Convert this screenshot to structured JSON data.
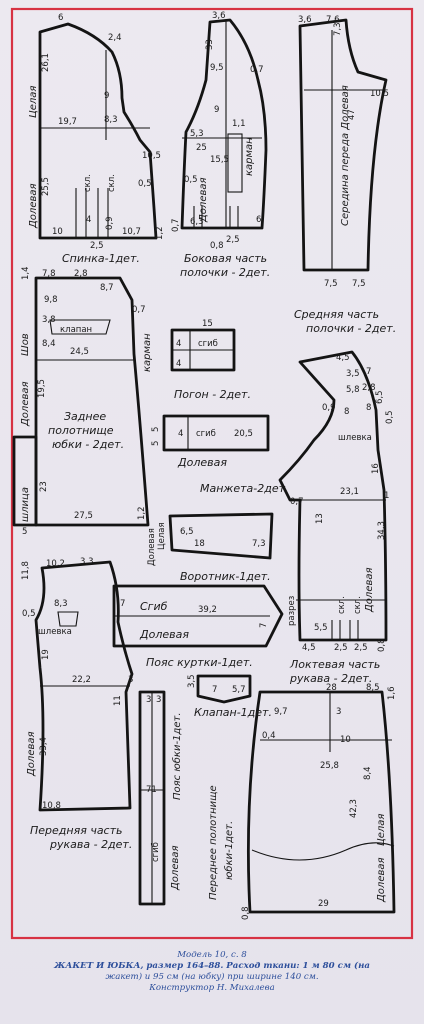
{
  "pieces": {
    "back": {
      "name": "Спинка-1дет.",
      "grain": "Долевая",
      "fold": "Целая"
    },
    "side_front": {
      "name": "Боковая часть",
      "name2": "полочки - 2дет.",
      "pocket": "карман",
      "grain": "Долевая"
    },
    "center_front": {
      "name": "Средняя часть",
      "name2": "полочки - 2дет.",
      "label": "Середина переда Долевая"
    },
    "skirt_back": {
      "name": "Заднее",
      "name2": "полотнище",
      "name3": "юбки - 2дет.",
      "grain": "Долевая",
      "seam": "Шов",
      "flap": "клапан",
      "pocket": "карман",
      "slit": "шлица"
    },
    "epaulette": {
      "name": "Погон - 2дет.",
      "fold": "сгиб"
    },
    "cuff": {
      "name": "Манжета-2дет.",
      "grain": "Долевая",
      "fold": "сгиб"
    },
    "collar": {
      "name": "Воротник-1дет.",
      "label1": "Долевая",
      "label2": "Целая"
    },
    "sleeve_back": {
      "name": "Локтевая часть",
      "name2": "рукава - 2дет.",
      "strap": "шлевка",
      "grain": "Долевая",
      "slit": "разрез"
    },
    "sleeve_front": {
      "name": "Передняя часть",
      "name2": "рукава - 2дет.",
      "strap": "шлевка",
      "grain": "Долевая"
    },
    "belt": {
      "name": "Пояс куртки-1дет.",
      "fold": "Сгиб",
      "grain": "Долевая"
    },
    "flap": {
      "name": "Клапан-1дет."
    },
    "skirt_belt": {
      "name": "Пояс юбки-1дет.",
      "fold": "сгиб",
      "grain": "Долевая"
    },
    "skirt_front": {
      "name": "Переднее полотнище",
      "name2": "юбки-1дет.",
      "grain": "Долевая",
      "fold": "Целая"
    },
    "dart": "скл."
  },
  "measurements": {
    "back": [
      "6",
      "26,1",
      "2,4",
      "19,7",
      "8,3",
      "9",
      "25,5",
      "10,5",
      "0,5",
      "10",
      "10,7",
      "1,2",
      "2,5",
      "0,9",
      "4"
    ],
    "side_front": [
      "3,6",
      "9,5",
      "33",
      "9",
      "0,7",
      "5,3",
      "1,1",
      "25",
      "15,5",
      "0,5",
      "6,3",
      "2,5",
      "6",
      "0,7",
      "0,8"
    ],
    "center_front": [
      "3,6",
      "7,6",
      "7,3",
      "10,5",
      "47",
      "7,5",
      "7,5"
    ],
    "skirt_back": [
      "1,4",
      "7,8",
      "2,8",
      "9,8",
      "8,7",
      "0,7",
      "3,8",
      "8,4",
      "24,5",
      "19,5",
      "23",
      "27,5",
      "1,2",
      "5"
    ],
    "epaulette": [
      "15",
      "4",
      "4"
    ],
    "cuff": [
      "5",
      "5",
      "4",
      "20,5"
    ],
    "collar": [
      "6,5",
      "18",
      "7,3"
    ],
    "sleeve_back": [
      "4,5",
      "7",
      "3,5",
      "5,8",
      "2,8",
      "8",
      "0,9",
      "8",
      "6,5",
      "0,5",
      "16",
      "23,1",
      "1",
      "13",
      "34,3",
      "0,7",
      "5,5",
      "4,5",
      "2,5",
      "2,5",
      "0,8"
    ],
    "sleeve_front": [
      "10,2",
      "3,3",
      "11,8",
      "8,3",
      "0,5",
      "19",
      "22,2",
      "33,4",
      "10,8",
      "11",
      "3"
    ],
    "belt": [
      "7",
      "39,2",
      "7"
    ],
    "flap": [
      "3,5",
      "7",
      "5,7"
    ],
    "skirt_belt": [
      "3",
      "3",
      "71"
    ],
    "skirt_front": [
      "28",
      "8,5",
      "9,7",
      "0,4",
      "10",
      "3",
      "25,8",
      "1,6",
      "42,3",
      "29",
      "0,8",
      "8,4"
    ]
  },
  "caption": {
    "line1": "Модель 10, с. 8",
    "line2": "ЖАКЕТ И ЮБКА, размер 164–88. Расход ткани: 1 м 80 см (на",
    "line3": "жакет) и 95 см (на юбку) при ширине 140 см.",
    "line4": "Конструктор Н. Михалева"
  },
  "colors": {
    "frame": "#d73243",
    "ink": "#141414",
    "caption": "#2d4f9b",
    "background": "#e9e6ee"
  }
}
